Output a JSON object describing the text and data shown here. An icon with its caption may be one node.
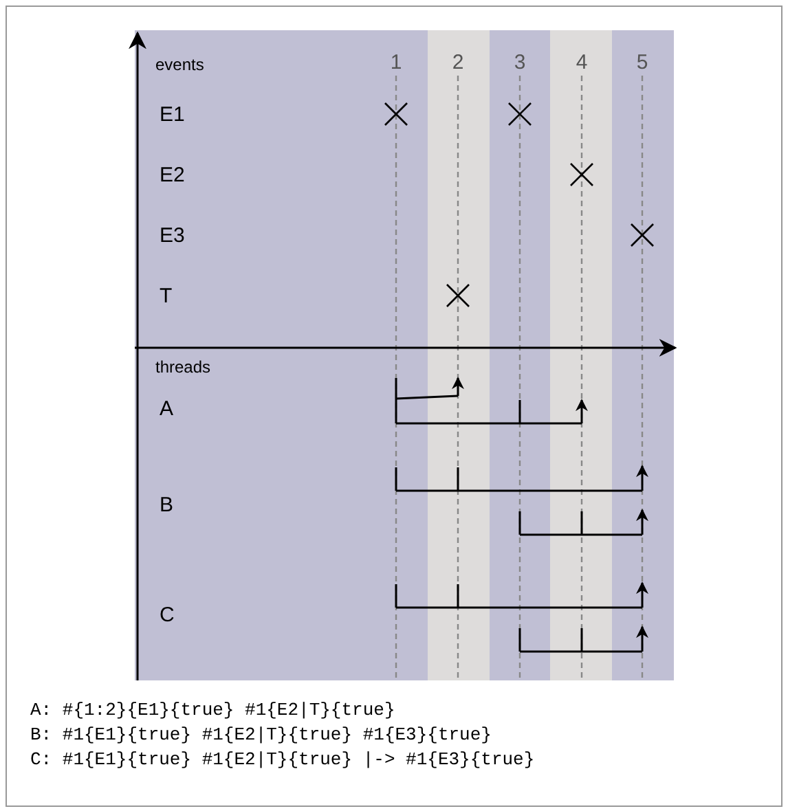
{
  "diagram": {
    "labels": [
      "events",
      "1",
      "2",
      "3",
      "4",
      "5",
      "E1",
      "E2",
      "E3",
      "T",
      "threads",
      "A",
      "B",
      "C",
      "A: #{1:2}{E1}{true} #1{E2|T}{true}",
      "B: #1{E1}{true} #1{E2|T}{true} #1{E3}{true}",
      "C: #1{E1}{true} #1{E2|T}{true} |-> #1{E3}{true}"
    ]
  }
}
